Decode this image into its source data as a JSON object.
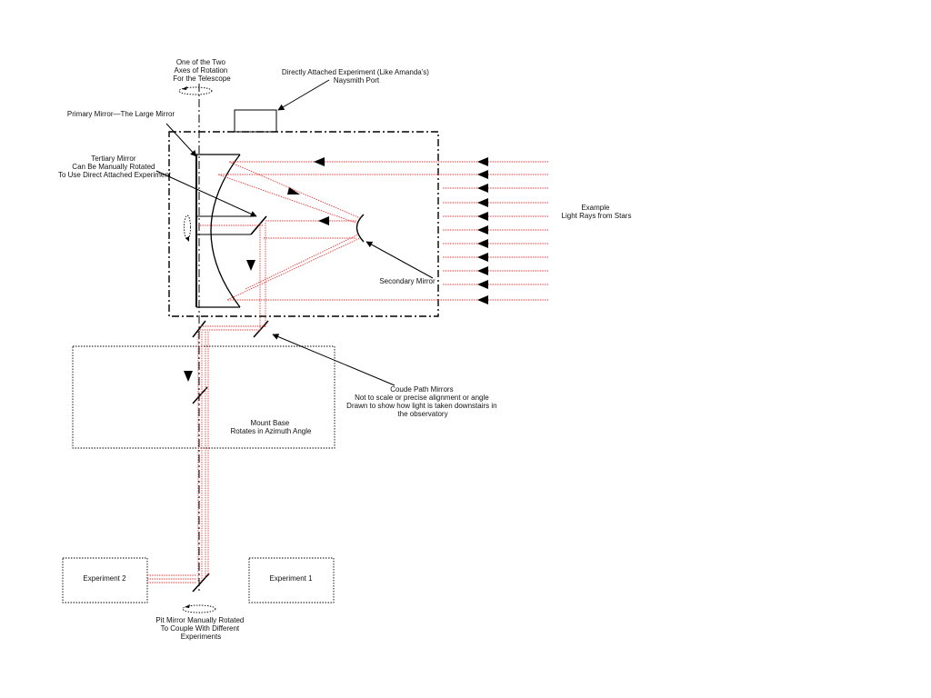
{
  "labels": {
    "axis_rotation": [
      "One of the Two",
      "Axes of Rotation",
      "For the Telescope"
    ],
    "direct_experiment": [
      "Directly Attached Experiment (Like Amanda's)",
      "Naysmith Port"
    ],
    "primary_mirror": [
      "Primary Mirror—The Large Mirror"
    ],
    "tertiary_mirror": [
      "Tertiary Mirror",
      "Can Be Manually Rotated",
      "To Use Direct Attached Experiment"
    ],
    "example_rays": [
      "Example",
      "Light Rays from Stars"
    ],
    "secondary_mirror": [
      "Secondary Mirror"
    ],
    "coude_mirrors": [
      "Coude Path Mirrors",
      "Not to scale or precise alignment or angle",
      "Drawn to show how light is taken downstairs in",
      "the observatory"
    ],
    "mount_base": [
      "Mount Base",
      "Rotates in Azimuth Angle"
    ],
    "experiment_1": [
      "Experiment 1"
    ],
    "experiment_2": [
      "Experiment 2"
    ],
    "pit_mirror": [
      "Pit Mirror Manually Rotated",
      "To Couple With Different",
      "Experiments"
    ]
  },
  "colors": {
    "ray": "#e53030",
    "line": "#000000"
  }
}
